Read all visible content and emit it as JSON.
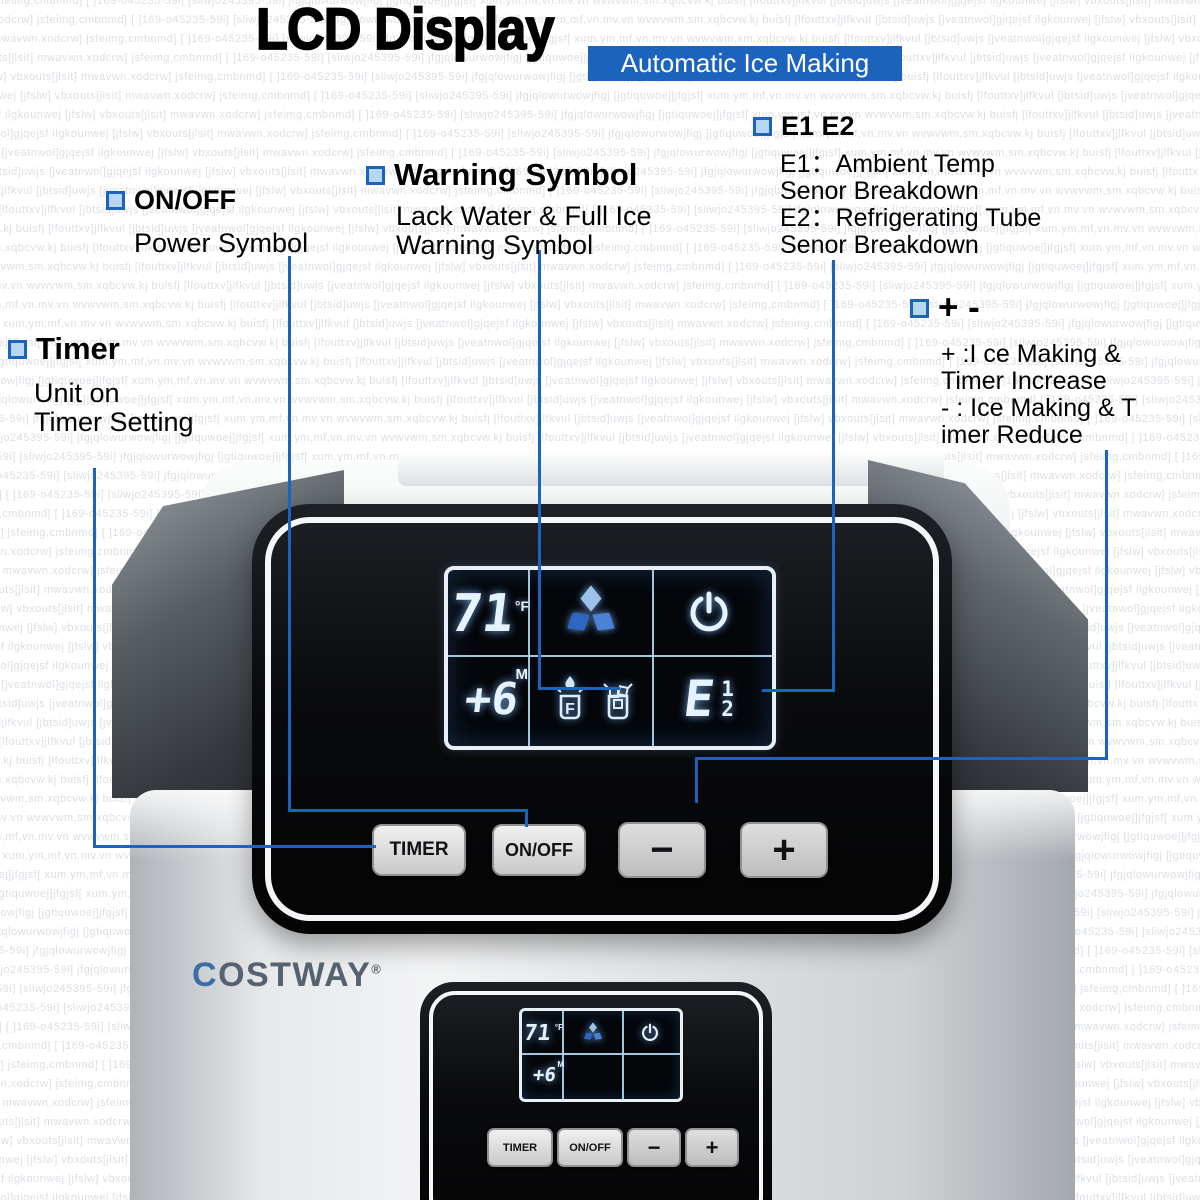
{
  "title": "LCD Display",
  "banner": "Automatic Ice Making",
  "colors": {
    "accent_blue": "#1b63bc",
    "lcd_text": "#e6f3ff",
    "panel_black": "#0a0b0d",
    "banner_text": "#ffffff"
  },
  "watermark": "jsfeimg,cmbnmd] [ ]169-o45235-59i] [sliwjo245395-59i] jfgjqlowurwowjfigj [jgtiquwoej]jfgjsf[ xum.ym,mf,vn.mv.vn wvwvwm,sm.xqbcvw.kj buisfj [lfouttxv]jlfkvul [jbtsid]uwjs [jveatnwol]gjqejsf ilgkounwej [jfslw] vbxouts[jlsit] mwavwn.xodcrw] ",
  "callouts": {
    "timer": {
      "heading": "Timer",
      "lines": [
        "Unit on",
        "Timer Setting"
      ]
    },
    "onoff": {
      "heading": "ON/OFF",
      "lines": [
        "Power Symbol"
      ]
    },
    "warning": {
      "heading": "Warning Symbol",
      "lines": [
        "Lack Water & Full Ice",
        "Warning Symbol"
      ]
    },
    "e1e2": {
      "heading": "E1 E2",
      "lines": [
        "E1：Ambient Temp",
        "Senor Breakdown",
        "E2：Refrigerating Tube",
        "Senor Breakdown"
      ]
    },
    "plus_minus": {
      "heading": "+ -",
      "lines": [
        "+ :I ce Making &",
        "Timer Increase",
        "- : Ice Making & T",
        "imer Reduce"
      ]
    }
  },
  "machine": {
    "brand_c": "C",
    "brand_rest": "OSTWAY",
    "brand_reg": "®",
    "lcd": {
      "temp": "71",
      "temp_unit": "°F",
      "timer_value": "+6",
      "timer_unit": "M",
      "water_letter": "F",
      "error_letter": "E",
      "error_sub_1": "1",
      "error_sub_2": "2"
    },
    "buttons": {
      "timer": "TIMER",
      "onoff": "ON/OFF",
      "minus": "−",
      "plus": "+"
    }
  }
}
